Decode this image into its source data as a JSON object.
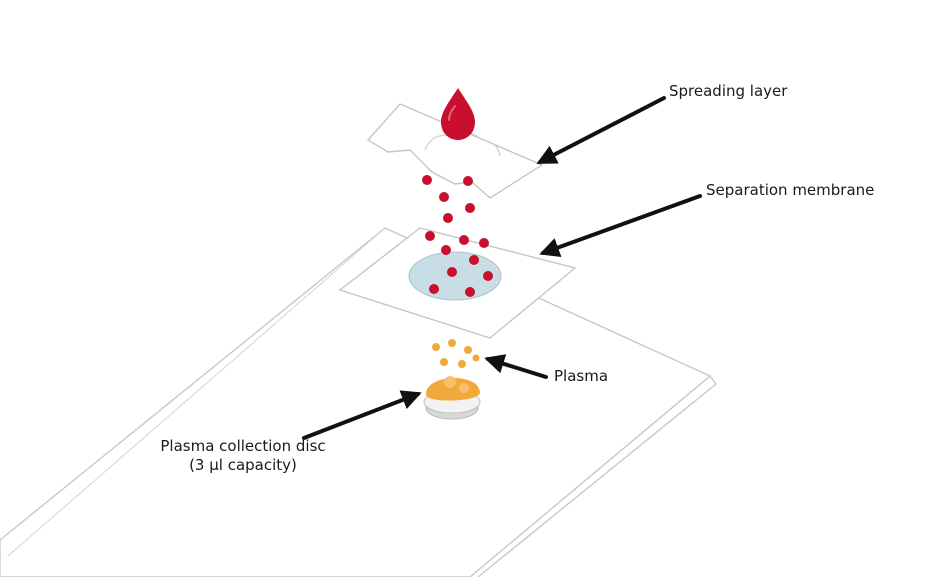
{
  "labels": {
    "spreading_layer": "Spreading layer",
    "separation_membrane": "Separation membrane",
    "plasma": "Plasma",
    "collection_disc_line1": "Plasma collection disc",
    "collection_disc_line2": "(3 µl capacity)"
  },
  "colors": {
    "blood": "#c8102e",
    "plasma": "#f2a93b",
    "membrane_fill": "#c9dde6",
    "outline": "#c9c9c9",
    "arrow": "#111111",
    "text": "#1a1a1a"
  },
  "icons": [
    "blood-drop-icon",
    "red-cell-icon",
    "plasma-droplet-icon"
  ]
}
